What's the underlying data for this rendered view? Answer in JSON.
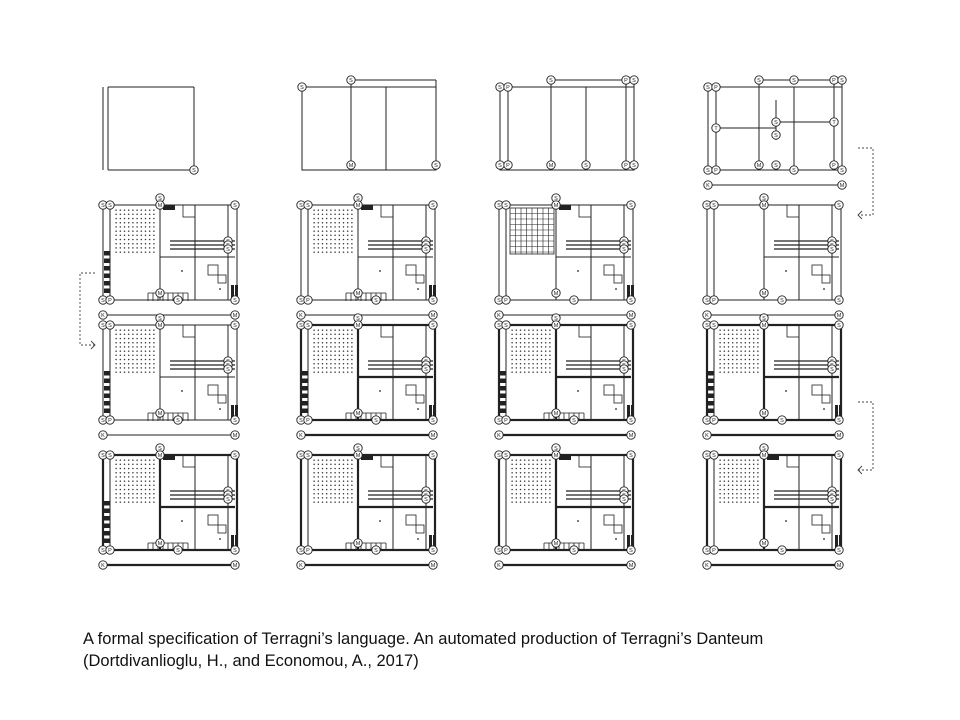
{
  "grid": {
    "rows": 4,
    "columns": 4
  },
  "node_labels": {
    "S": "S",
    "P": "P",
    "M": "M",
    "T": "T",
    "K": "K"
  },
  "caption": {
    "line1": "A formal specification of Terragni’s language. An automated production of Terragni’s Danteum",
    "line2": "(Dortdivanlioglu, H., and Economou, A., 2017)"
  }
}
